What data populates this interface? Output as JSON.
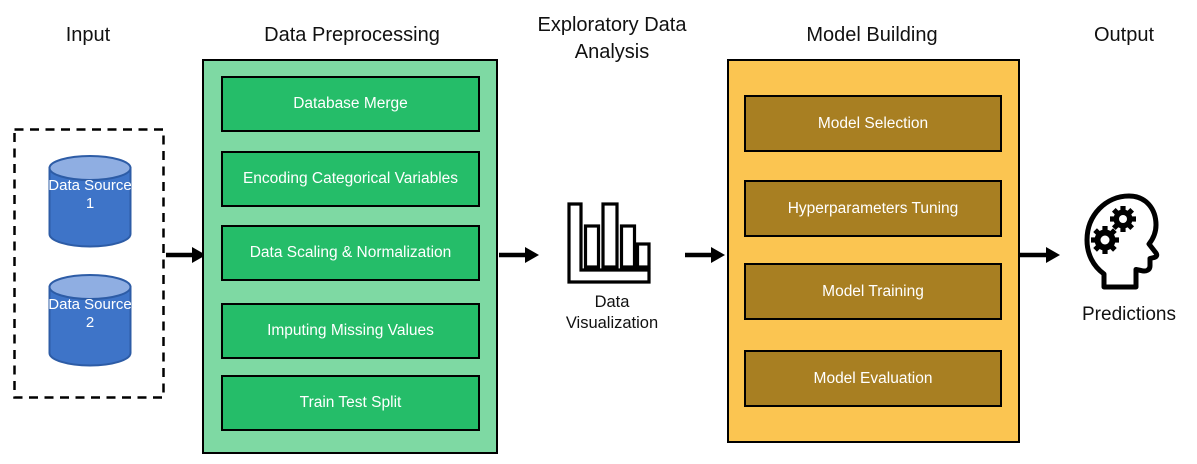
{
  "sections": {
    "input": {
      "title": "Input",
      "data_sources": [
        {
          "label": "Data Source 1"
        },
        {
          "label": "Data Source 2"
        }
      ]
    },
    "preprocessing": {
      "title": "Data Preprocessing",
      "steps": [
        "Database Merge",
        "Encoding Categorical Variables",
        "Data Scaling & Normalization",
        "Imputing Missing Values",
        "Train Test Split"
      ]
    },
    "eda": {
      "title": "Exploratory Data Analysis",
      "icon": "bar-chart-icon",
      "caption": "Data Visualization"
    },
    "model_building": {
      "title": "Model Building",
      "steps": [
        "Model Selection",
        "Hyperparameters Tuning",
        "Model Training",
        "Model Evaluation"
      ]
    },
    "output": {
      "title": "Output",
      "icon": "head-gears-icon",
      "caption": "Predictions"
    }
  },
  "icons": {
    "flow": "arrow-right-icon",
    "data_source": "database-cylinder-icon"
  },
  "colors": {
    "green_container": "#7ED9A3",
    "green_step": "#25BD69",
    "orange_container": "#FBC551",
    "orange_step": "#A87F22",
    "cylinder_body": "#3E74C8",
    "cylinder_top": "#8FAEE2",
    "cylinder_border": "#2D5CA6",
    "arrow": "#000000",
    "step_text": "#FFFFFF"
  }
}
